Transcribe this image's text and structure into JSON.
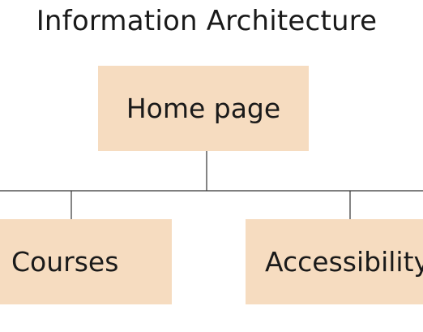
{
  "diagram": {
    "title": "Information Architecture",
    "root": {
      "label": "Home page"
    },
    "children": [
      {
        "label": "Courses"
      },
      {
        "label": "Accessibility"
      }
    ]
  },
  "colors": {
    "node_fill": "#f6dcc0",
    "line": "#333333",
    "text": "#1a1a1a"
  }
}
